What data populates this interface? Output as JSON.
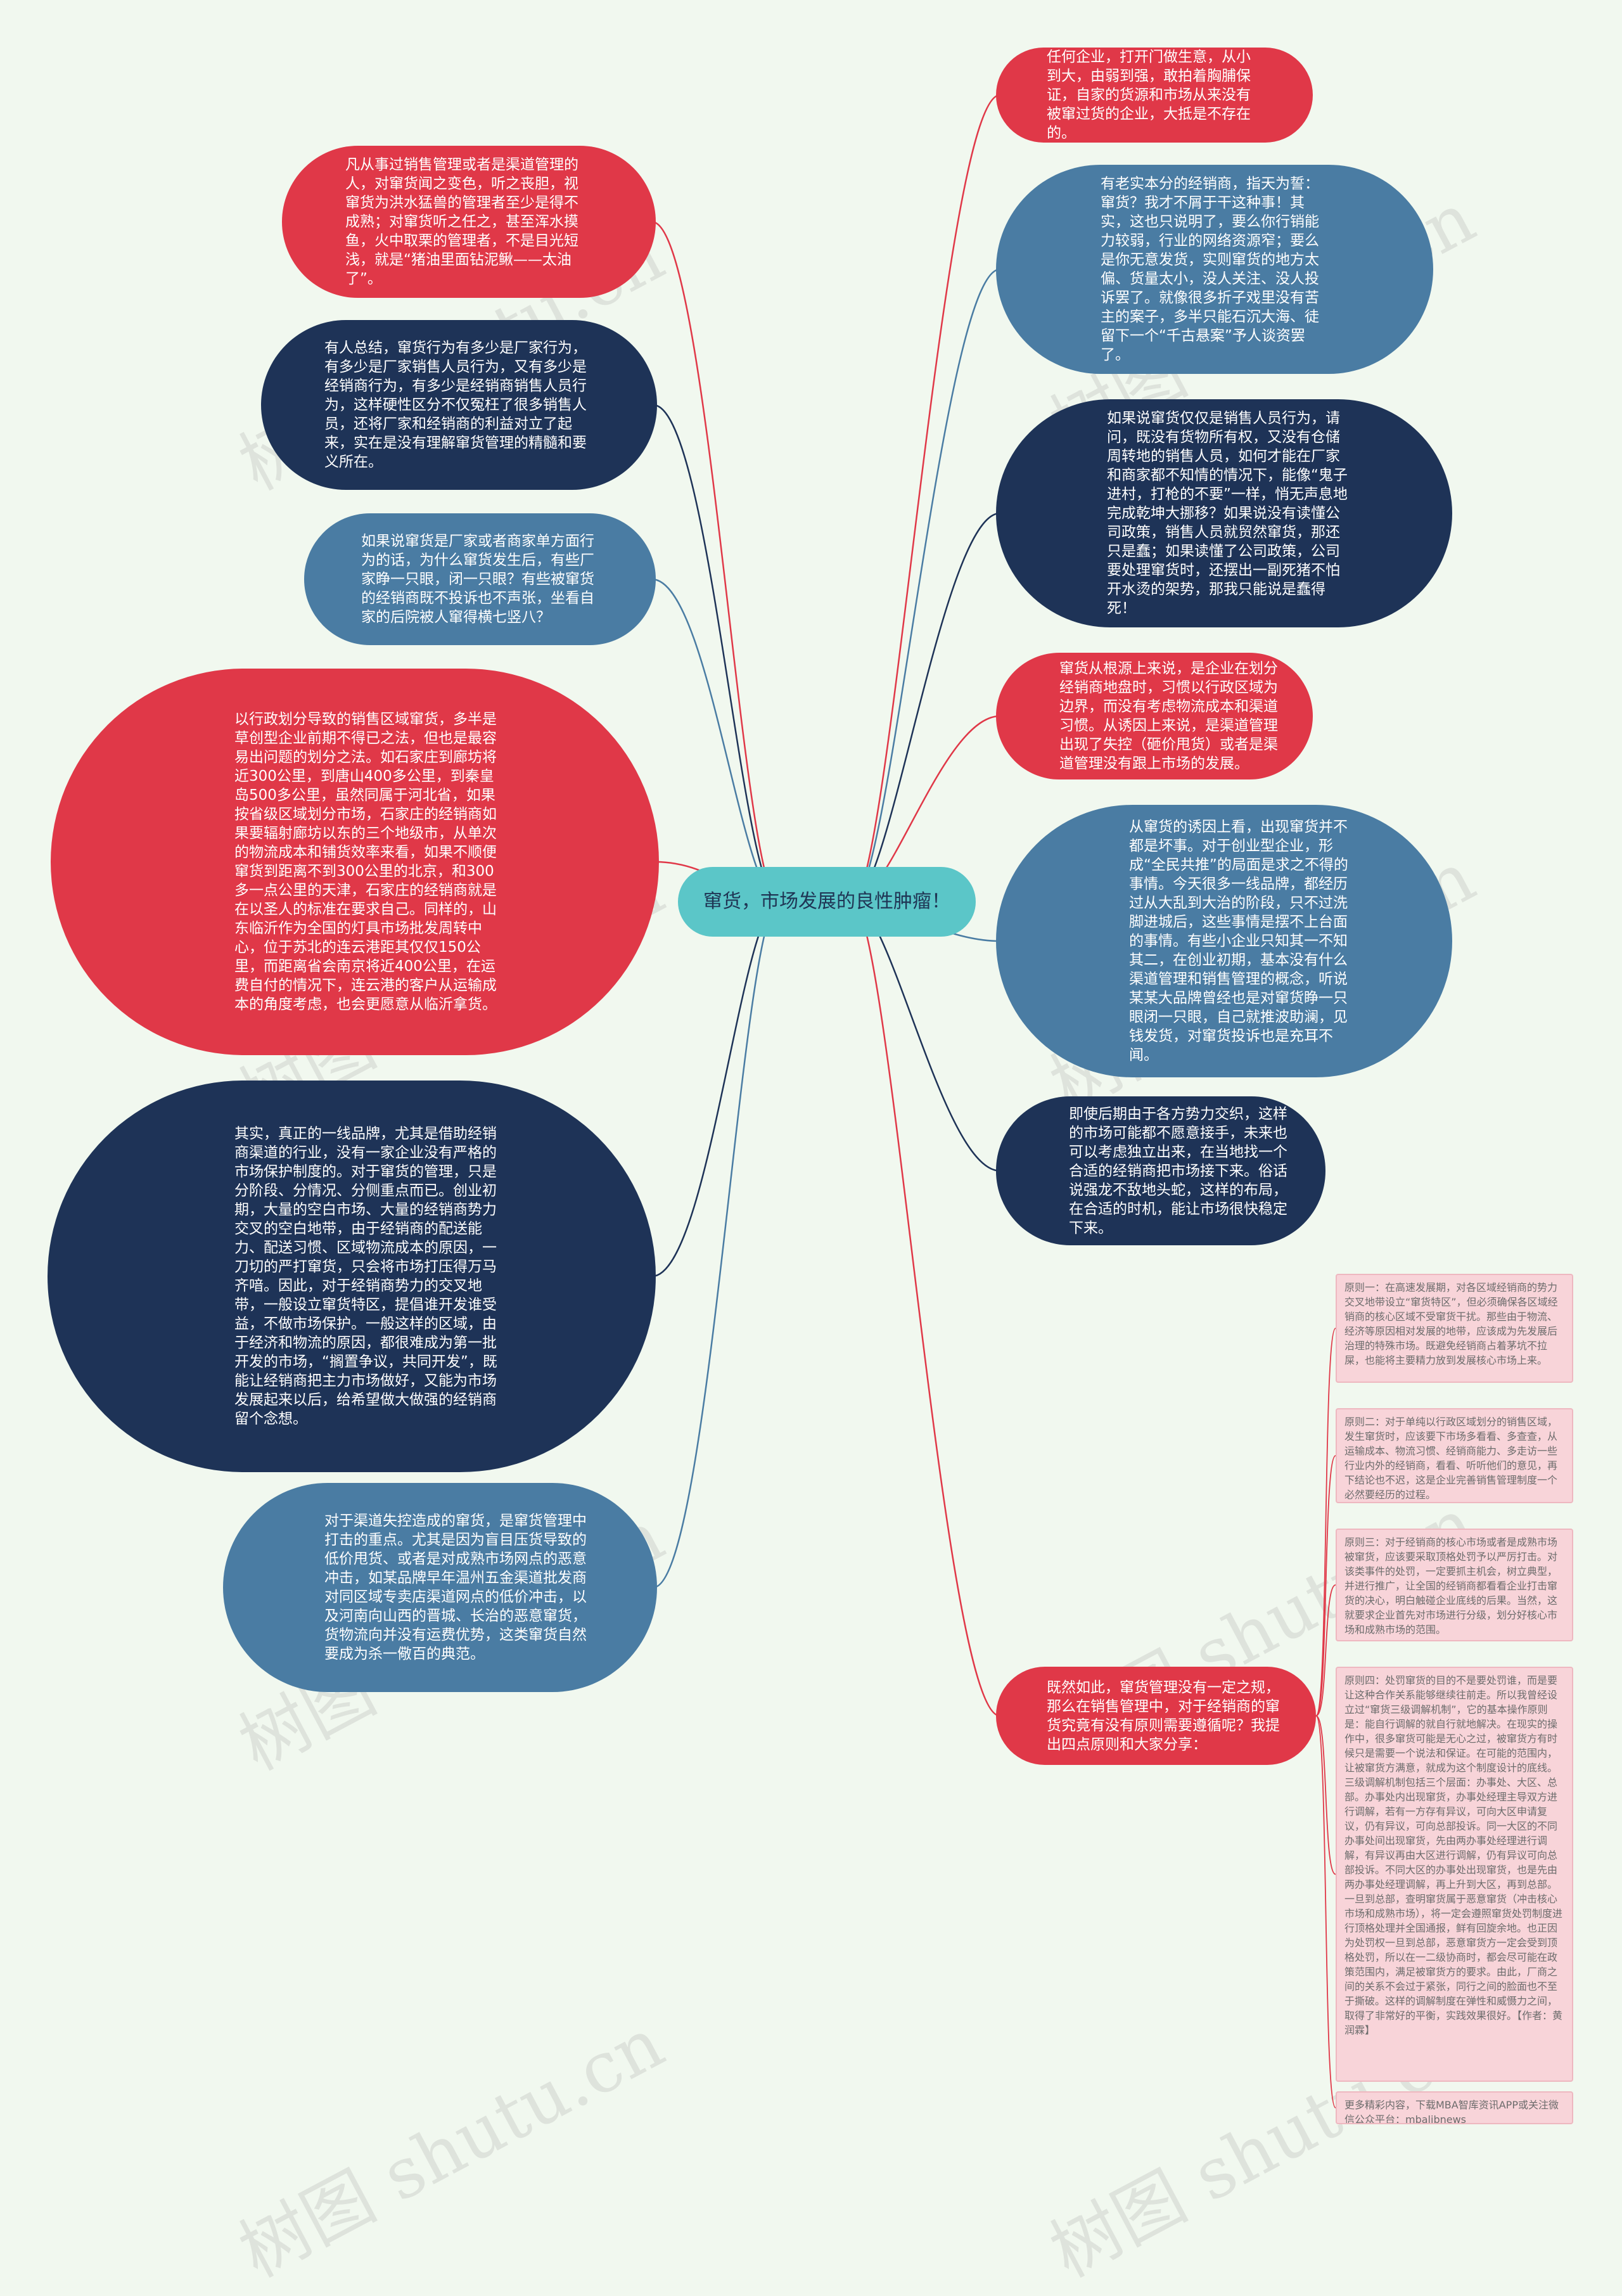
{
  "watermark": "树图 shutu.cn",
  "center": "窜货，市场发展的良性肿瘤！",
  "left": [
    "凡从事过销售管理或者是渠道管理的人，对窜货闻之变色，听之丧胆，视窜货为洪水猛兽的管理者至少是得不成熟；对窜货听之任之，甚至浑水摸鱼，火中取栗的管理者，不是目光短浅，就是“猪油里面钻泥鳅——太油了”。",
    "有人总结，窜货行为有多少是厂家行为，有多少是厂家销售人员行为，又有多少是经销商行为，有多少是经销商销售人员行为，这样硬性区分不仅冤枉了很多销售人员，还将厂家和经销商的利益对立了起来，实在是没有理解窜货管理的精髓和要义所在。",
    "如果说窜货是厂家或者商家单方面行为的话，为什么窜货发生后，有些厂家睁一只眼，闭一只眼？有些被窜货的经销商既不投诉也不声张，坐看自家的后院被人窜得横七竖八？",
    "以行政划分导致的销售区域窜货，多半是草创型企业前期不得已之法，但也是最容易出问题的划分之法。如石家庄到廊坊将近300公里，到唐山400多公里，到秦皇岛500多公里，虽然同属于河北省，如果按省级区域划分市场，石家庄的经销商如果要辐射廊坊以东的三个地级市，从单次的物流成本和铺货效率来看，如果不顺便窜货到距离不到300公里的北京，和300多一点公里的天津，石家庄的经销商就是在以圣人的标准在要求自己。同样的，山东临沂作为全国的灯具市场批发周转中心，位于苏北的连云港距其仅仅150公里，而距离省会南京将近400公里，在运费自付的情况下，连云港的客户从运输成本的角度考虑，也会更愿意从临沂拿货。",
    "其实，真正的一线品牌，尤其是借助经销商渠道的行业，没有一家企业没有严格的市场保护制度的。对于窜货的管理，只是分阶段、分情况、分侧重点而已。创业初期，大量的空白市场、大量的经销商势力交叉的空白地带，由于经销商的配送能力、配送习惯、区域物流成本的原因，一刀切的严打窜货，只会将市场打压得万马齐喑。因此，对于经销商势力的交叉地带，一般设立窜货特区，提倡谁开发谁受益，不做市场保护。一般这样的区域，由于经济和物流的原因，都很难成为第一批开发的市场，“搁置争议，共同开发”，既能让经销商把主力市场做好，又能为市场发展起来以后，给希望做大做强的经销商留个念想。",
    "对于渠道失控造成的窜货，是窜货管理中打击的重点。尤其是因为盲目压货导致的低价甩货、或者是对成熟市场网点的恶意冲击，如某品牌早年温州五金渠道批发商对同区域专卖店渠道网点的低价冲击，以及河南向山西的晋城、长治的恶意窜货，货物流向并没有运费优势，这类窜货自然要成为杀一儆百的典范。"
  ],
  "right": [
    "任何企业，打开门做生意，从小到大，由弱到强，敢拍着胸脯保证，自家的货源和市场从来没有被窜过货的企业，大抵是不存在的。",
    "有老实本分的经销商，指天为誓：窜货？我才不屑于干这种事！其实，这也只说明了，要么你行销能力较弱，行业的网络资源窄；要么是你无意发货，实则窜货的地方太偏、货量太小，没人关注、没人投诉罢了。就像很多折子戏里没有苦主的案子，多半只能石沉大海、徒留下一个“千古悬案”予人谈资罢了。",
    "如果说窜货仅仅是销售人员行为，请问，既没有货物所有权，又没有仓储周转地的销售人员，如何才能在厂家和商家都不知情的情况下，能像“鬼子进村，打枪的不要”一样，悄无声息地完成乾坤大挪移？如果说没有读懂公司政策，销售人员就贸然窜货，那还只是蠢；如果读懂了公司政策，公司要处理窜货时，还摆出一副死猪不怕开水烫的架势，那我只能说是蠢得死！",
    "窜货从根源上来说，是企业在划分经销商地盘时，习惯以行政区域为边界，而没有考虑物流成本和渠道习惯。从诱因上来说，是渠道管理出现了失控（砸价甩货）或者是渠道管理没有跟上市场的发展。",
    "从窜货的诱因上看，出现窜货并不都是坏事。对于创业型企业，形成“全民共推”的局面是求之不得的事情。今天很多一线品牌，都经历过从大乱到大治的阶段，只不过洗脚进城后，这些事情是摆不上台面的事情。有些小企业只知其一不知其二，在创业初期，基本没有什么渠道管理和销售管理的概念，听说某某大品牌曾经也是对窜货睁一只眼闭一只眼，自己就推波助澜，见钱发货，对窜货投诉也是充耳不闻。",
    "即使后期由于各方势力交织，这样的市场可能都不愿意接手，未来也可以考虑独立出来，在当地找一个合适的经销商把市场接下来。俗话说强龙不敌地头蛇，这样的布局，在合适的时机，能让市场很快稳定下来。",
    "既然如此，窜货管理没有一定之规，那么在销售管理中，对于经销商的窜货究竟有没有原则需要遵循呢？我提出四点原则和大家分享："
  ],
  "notes": [
    "原则一：在高速发展期，对各区域经销商的势力交叉地带设立“窜货特区”，但必须确保各区域经销商的核心区域不受窜货干扰。那些由于物流、经济等原因相对发展的地带，应该成为先发展后治理的特殊市场。既避免经销商占着茅坑不拉屎，也能将主要精力放到发展核心市场上来。",
    "原则二：对于单纯以行政区域划分的销售区域，发生窜货时，应该要下市场多看看、多查查，从运输成本、物流习惯、经销商能力、多走访一些行业内外的经销商，看看、听听他们的意见，再下结论也不迟，这是企业完善销售管理制度一个必然要经历的过程。",
    "原则三：对于经销商的核心市场或者是成熟市场被窜货，应该要采取顶格处罚予以严厉打击。对该类事件的处罚，一定要抓主机会，树立典型，并进行推广，让全国的经销商都看看企业打击窜货的决心，明白触碰企业底线的后果。当然，这就要求企业首先对市场进行分级，划分好核心市场和成熟市场的范围。",
    "原则四：处罚窜货的目的不是要处罚谁，而是要让这种合作关系能够继续往前走。所以我曾经设立过“窜货三级调解机制”，它的基本操作原则是：能自行调解的就自行就地解决。在现实的操作中，很多窜货可能是无心之过，被窜货方有时候只是需要一个说法和保证。在可能的范围内，让被窜货方满意，就成为这个制度设计的底线。三级调解机制包括三个层面：办事处、大区、总部。办事处内出现窜货，办事处经理主导双方进行调解，若有一方存有异议，可向大区申请复议，仍有异议，可向总部投诉。同一大区的不同办事处间出现窜货，先由两办事处经理进行调解，有异议再由大区进行调解，仍有异议可向总部投诉。不同大区的办事处出现窜货，也是先由两办事处经理调解，再上升到大区，再到总部。一旦到总部，查明窜货属于恶意窜货（冲击核心市场和成熟市场），将一定会遵照窜货处罚制度进行顶格处理并全国通报，鲜有回旋余地。也正因为处罚权一旦到总部，恶意窜货方一定会受到顶格处罚，所以在一二级协商时，都会尽可能在政策范围内，满足被窜货方的要求。由此，厂商之间的关系不会过于紧张，同行之间的脸面也不至于撕破。这样的调解制度在弹性和威慑力之间，取得了非常好的平衡，实践效果很好。【作者：黄润霖】",
    "更多精彩内容，下载MBA智库资讯APP或关注微信公众平台：mbalibnews"
  ]
}
